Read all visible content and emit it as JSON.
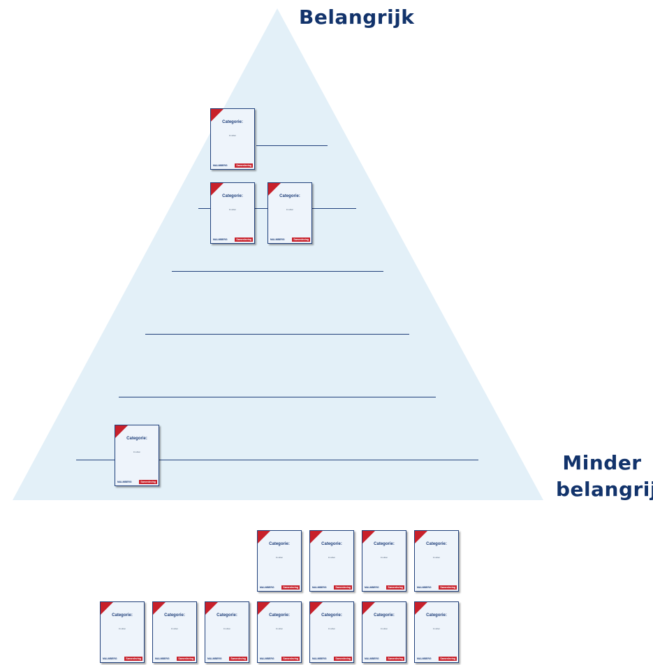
{
  "labels": {
    "top": "Belangrijk",
    "bottom_line1": "Minder",
    "bottom_line2": "belangrijk"
  },
  "card": {
    "category": "Categorie:",
    "fill_in": "Invullen",
    "brand": "MALMBERG",
    "tag": "Samenleving"
  },
  "colors": {
    "pyramid": "#e3f0f8",
    "line": "#1f3f7a",
    "label": "#12336b",
    "accent": "#c8202a"
  }
}
